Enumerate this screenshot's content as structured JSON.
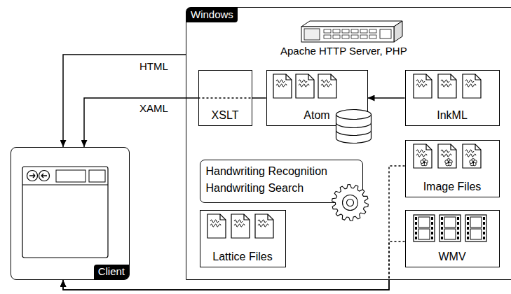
{
  "diagram": {
    "nodes": [
      {
        "text": [
          "Windows"
        ]
      },
      {
        "text": [
          "XSLT"
        ],
        "in": 0
      },
      {
        "text": [
          "Atom"
        ],
        "in": 0
      },
      {
        "text": [
          "InkML"
        ],
        "in": 0
      },
      {
        "text": [
          "Handwriting Recognition",
          "Handwriting Search"
        ],
        "in": 0
      },
      {
        "text": [
          "Image Files"
        ],
        "in": 0
      },
      {
        "text": [
          "Lattice Files"
        ],
        "in": 0
      },
      {
        "text": [
          "WMV"
        ],
        "in": 0
      },
      {
        "text": [
          "Client"
        ]
      }
    ],
    "edges": [
      {
        "from": 0,
        "to": 8,
        "arrow": "to",
        "label": "HTML"
      },
      {
        "from": 1,
        "to": 8,
        "arrow": "to",
        "label": "XAML"
      },
      {
        "from": 2,
        "to": 1,
        "arrow": "none"
      },
      {
        "from": 3,
        "to": 2,
        "arrow": "to"
      },
      {
        "from": 5,
        "to": 8,
        "arrow": "to"
      },
      {
        "from": 7,
        "to": 8,
        "arrow": "to"
      }
    ],
    "labels": [
      "Apache HTTP Server, PHP"
    ]
  }
}
